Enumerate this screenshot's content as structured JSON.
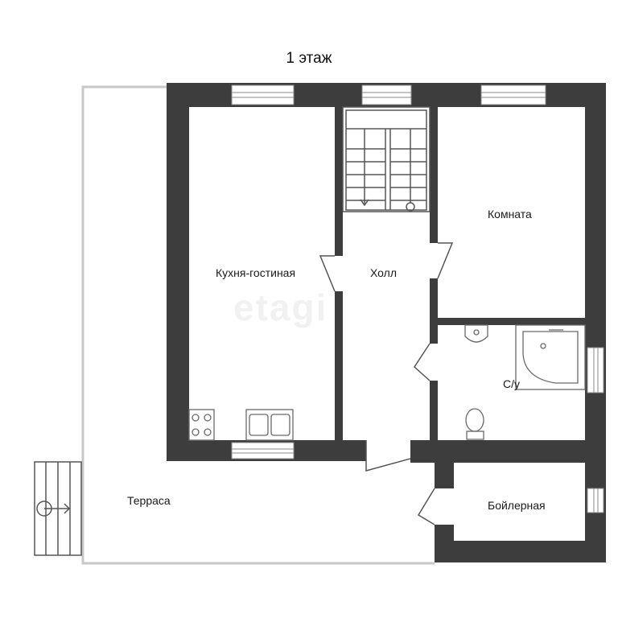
{
  "floor_title": "1 этаж",
  "watermark": "etagi",
  "rooms": {
    "kitchen": "Кухня-гостиная",
    "hall": "Холл",
    "room": "Комната",
    "bathroom": "С/у",
    "boiler": "Бойлерная",
    "terrace": "Терраса"
  },
  "colors": {
    "wall": "#3d3d3d",
    "terrace_outline": "#c8c8c8",
    "fixtures": "#6a6a6a"
  }
}
